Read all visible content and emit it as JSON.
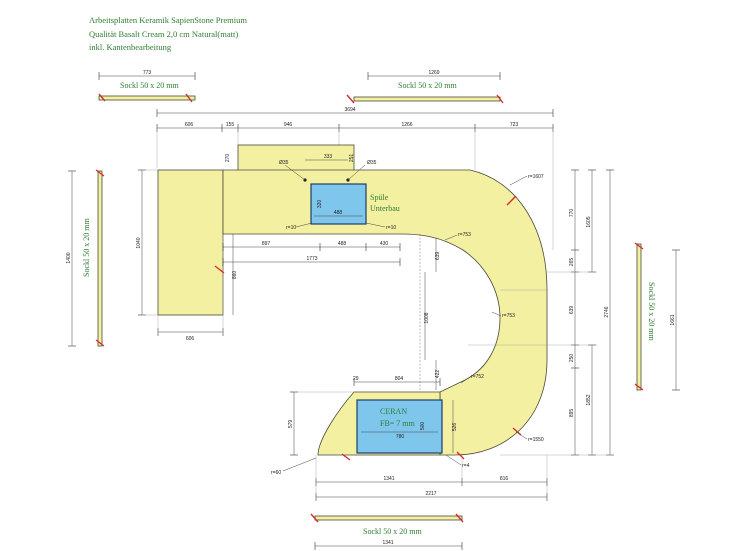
{
  "header": {
    "line1": "Arbeitsplatten Keramik SapienStone Premium",
    "line2": "Qualität Basalt Cream 2,0 cm Natural(matt)",
    "line3": "inkl. Kantenbearbeitung"
  },
  "labels": {
    "sockel_a": "Sockl 50 x 20 mm",
    "sockel_b": "Sockl 50 x 20 mm",
    "sockel_c": "Sockl 50 x 20 mm",
    "sockel_d": "Sockl 50 x 20 mm",
    "sockel_e": "Sockl 50 x 20 mm",
    "spuele_1": "Spüle",
    "spuele_2": "Unterbau",
    "ceran_1": "CERAN",
    "ceran_2": "FB= 7 mm"
  },
  "dims": {
    "s773": "773",
    "s1269": "1269",
    "s1400": "1400",
    "s1661": "1661",
    "s1341": "1341",
    "total3694": "3694",
    "t606": "606",
    "t155": "155",
    "t946": "946",
    "t1266": "1266",
    "t723": "723",
    "d270": "270",
    "d333": "333",
    "d251": "251",
    "dia1": "Ø35",
    "dia2": "Ø35",
    "sink_w": "488",
    "sink_h": "320",
    "r10a": "r=10",
    "r10b": "r=10",
    "h1040": "1040",
    "l606": "606",
    "d860": "860",
    "d897": "897",
    "d488b": "488",
    "d430": "430",
    "d1773": "1773",
    "r1607": "r=1607",
    "r753a": "r=753",
    "r753b": "r=753",
    "r752": "r=752",
    "r1550": "r=1550",
    "d639": "639",
    "d1008": "1008",
    "d422": "422",
    "r770": "770",
    "r1605": "1605",
    "r265": "265",
    "r639": "639",
    "r250": "250",
    "r895": "895",
    "r1852": "1852",
    "r2746": "2746",
    "d29": "29",
    "d804": "804",
    "d526": "526",
    "d579": "579",
    "ceran_w": "780",
    "ceran_h": "500",
    "r60": "r=60",
    "r4": "r=4",
    "b1341": "1341",
    "b816": "816",
    "b2217": "2217"
  }
}
